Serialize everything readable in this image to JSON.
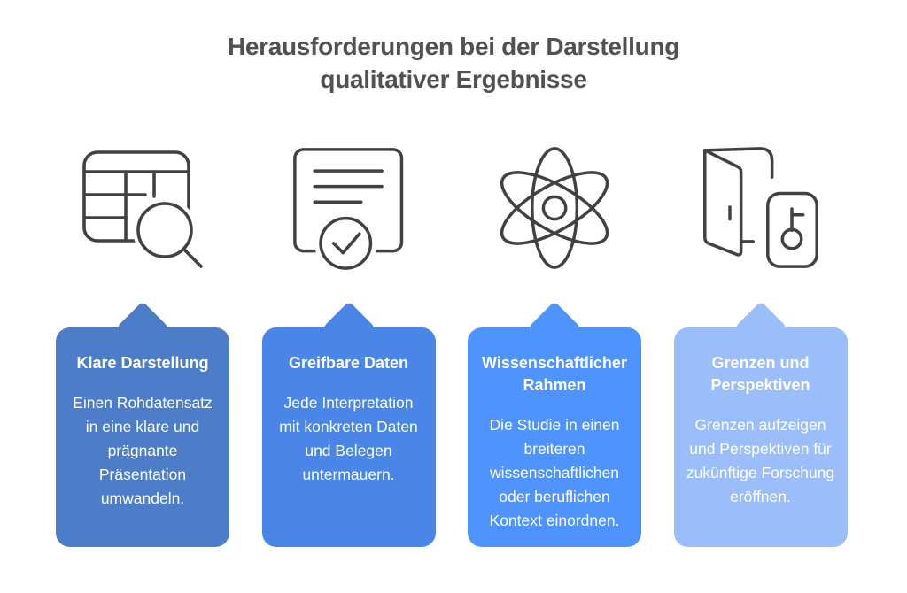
{
  "page": {
    "background": "#ffffff",
    "title_line1": "Herausforderungen bei der Darstellung",
    "title_line2": "qualitativer Ergebnisse",
    "title_color": "#515154",
    "icon_stroke": "#414143",
    "card_text_color": "#ffffff"
  },
  "cards": [
    {
      "icon": "table-search-icon",
      "color": "#4d7dc8",
      "title": "Klare Darstellung",
      "body": "Einen Rohdatensatz in eine klare und prägnante Präsentation umwandeln."
    },
    {
      "icon": "document-check-icon",
      "color": "#4a86e8",
      "title": "Greifbare Daten",
      "body": "Jede Interpretation mit konkreten Daten und Belegen untermauern."
    },
    {
      "icon": "atom-icon",
      "color": "#4f93ff",
      "title": "Wissenschaftlicher Rahmen",
      "body": "Die Studie in einen breiteren wissenschaftlichen oder beruflichen Kontext einordnen."
    },
    {
      "icon": "door-key-icon",
      "color": "#9bbdfa",
      "title": "Grenzen und Perspektiven",
      "body": "Grenzen aufzeigen und Perspektiven für zukünftige Forschung eröffnen."
    }
  ]
}
